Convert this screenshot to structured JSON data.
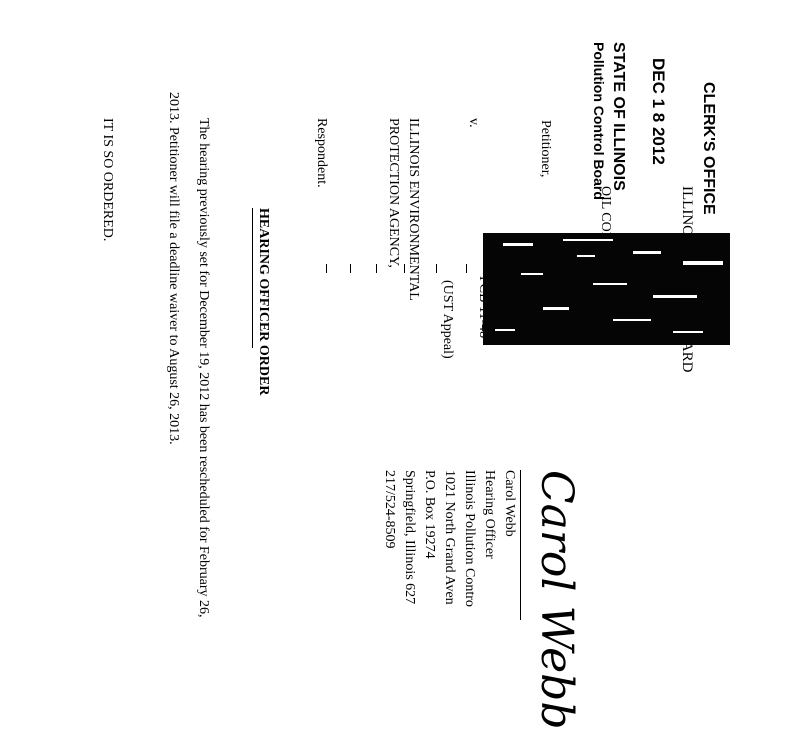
{
  "stamp": {
    "clerks_office": "CLERK'S OFFICE",
    "date": "DEC 1 8 2012",
    "state": "STATE OF ILLINOIS",
    "board": "Pollution Control Board"
  },
  "header": {
    "agency_line_left": "ILLINOIS P",
    "agency_line_right": "OARD"
  },
  "caption": {
    "petitioner_name": "OIL COMPANY,",
    "petitioner_label": "Petitioner,",
    "versus": "v.",
    "respondent_name_1": "ILLINOIS ENVIRONMENTAL",
    "respondent_name_2": "PROTECTION AGENCY,",
    "respondent_label": "Respondent.",
    "case_number": "PCB 11-48",
    "case_type": "(UST Appeal)"
  },
  "order": {
    "title": "HEARING OFFICER ORDER",
    "body_line_1": "The hearing previously set for December 19, 2012 has been rescheduled for February 26,",
    "body_line_2": "2013. Petitioner will file a deadline waiver to August 26, 2013.",
    "closing": "IT IS SO ORDERED."
  },
  "signature_block": {
    "signature": "Carol Webb",
    "name": "Carol Webb",
    "title": "Hearing Officer",
    "organization": "Illinois Pollution Contro",
    "street": "1021 North Grand Aven",
    "po_box": "P.O. Box 19274",
    "city": "Springfield, Illinois 627",
    "phone": "217/524-8509"
  }
}
